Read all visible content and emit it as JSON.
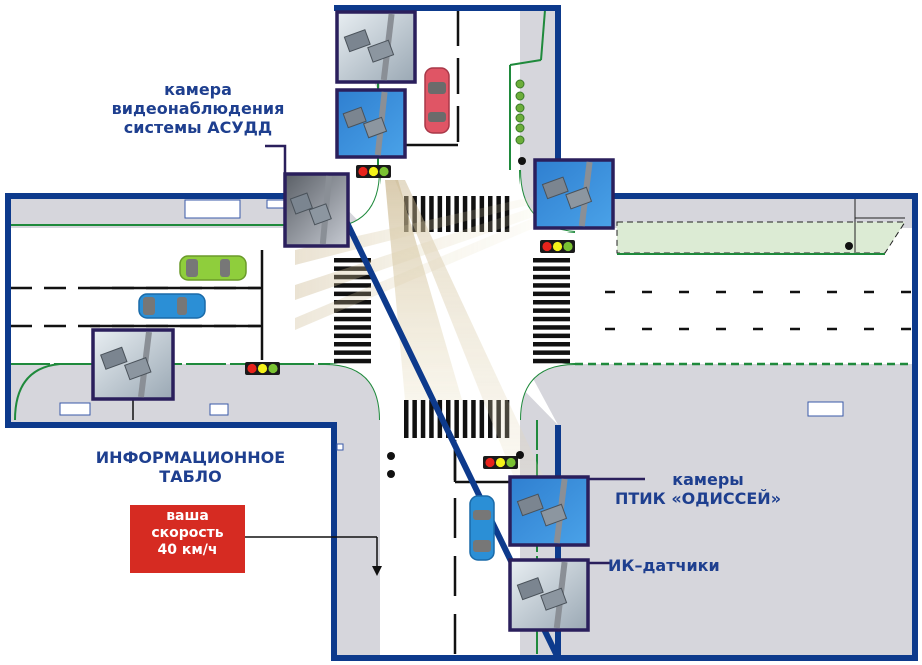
{
  "title": "Схема перекрёстка с системой видеонаблюдения",
  "labels": {
    "asudd_camera": [
      "камера",
      "видеонаблюдения",
      "системы АСУДД"
    ],
    "info_board": [
      "ИНФОРМАЦИОННОЕ",
      "ТАБЛО"
    ],
    "ptik_cameras": [
      "камеры",
      "ПТИК «ОДИССЕЙ»"
    ],
    "ir_sensors": "ИК–датчики"
  },
  "tablo_display": [
    "ваша",
    "скорость",
    "40 км/ч"
  ],
  "colors": {
    "border": "#0d3a8c",
    "label_text": "#1e3f8f",
    "sidewalk": "#d6d6dc",
    "road": "#ffffff",
    "curb": "#1f8a3c",
    "tablo_bg": "#d62b22",
    "photo_frame": "#2a1f5c",
    "light_red": "#e8231c",
    "light_yellow": "#f4f21a",
    "light_green": "#7ac232",
    "car_red": "#e05565",
    "car_green": "#8fce3c",
    "car_blue": "#2b8fd6",
    "camera_beam": "#c8b48a",
    "green_zone": "#dcebd4"
  },
  "icons": {
    "traffic_light": "traffic-light-icon",
    "camera_photo": "camera-photo",
    "car": "car-icon",
    "arrow": "arrow-down-icon"
  }
}
